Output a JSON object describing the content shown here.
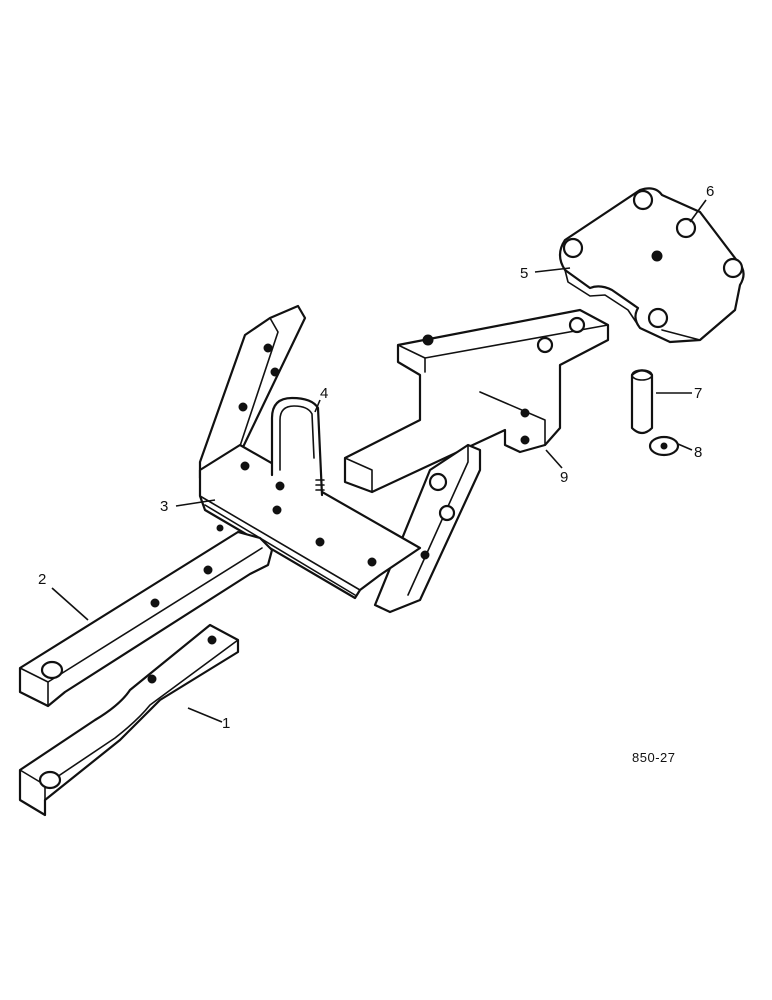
{
  "callouts": {
    "c1": "1",
    "c2": "2",
    "c3": "3",
    "c4": "4",
    "c5": "5",
    "c6": "6",
    "c7": "7",
    "c8": "8",
    "c9": "9"
  },
  "reference_code": "850-27",
  "colors": {
    "ink": "#111111",
    "paper": "#ffffff"
  }
}
